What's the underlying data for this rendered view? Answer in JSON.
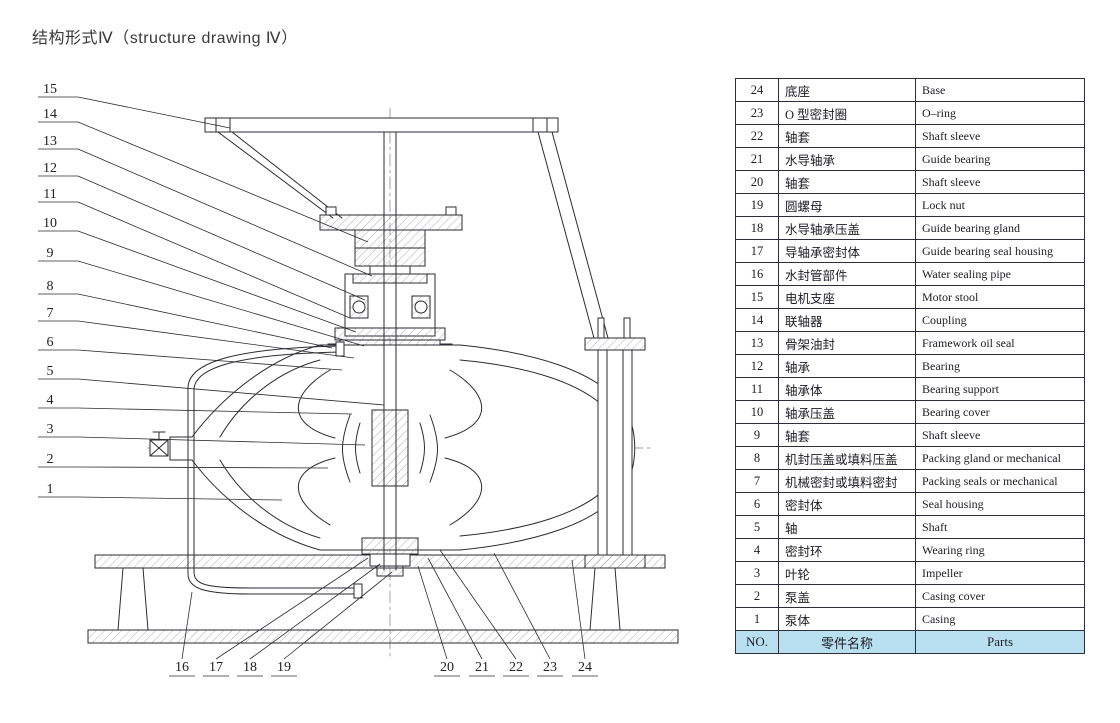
{
  "page": {
    "title": "结构形式Ⅳ（structure drawing Ⅳ）"
  },
  "colors": {
    "table_header_bg": "#b9e0f1",
    "line": "#2b2b33"
  },
  "parts_table": {
    "footer": {
      "no": "NO.",
      "name_cn": "零件名称",
      "name_en": "Parts"
    },
    "rows": [
      {
        "no": "24",
        "cn": "底座",
        "en": "Base"
      },
      {
        "no": "23",
        "cn": "O 型密封圈",
        "en": "O–ring"
      },
      {
        "no": "22",
        "cn": "轴套",
        "en": "Shaft sleeve"
      },
      {
        "no": "21",
        "cn": "水导轴承",
        "en": "Guide bearing"
      },
      {
        "no": "20",
        "cn": "轴套",
        "en": "Shaft sleeve"
      },
      {
        "no": "19",
        "cn": "圆螺母",
        "en": "Lock nut"
      },
      {
        "no": "18",
        "cn": "水导轴承压盖",
        "en": "Guide bearing gland"
      },
      {
        "no": "17",
        "cn": "导轴承密封体",
        "en": "Guide bearing seal housing"
      },
      {
        "no": "16",
        "cn": "水封管部件",
        "en": "Water sealing pipe"
      },
      {
        "no": "15",
        "cn": "电机支座",
        "en": "Motor stool"
      },
      {
        "no": "14",
        "cn": "联轴器",
        "en": "Coupling"
      },
      {
        "no": "13",
        "cn": "骨架油封",
        "en": "Framework oil seal"
      },
      {
        "no": "12",
        "cn": "轴承",
        "en": "Bearing"
      },
      {
        "no": "11",
        "cn": "轴承体",
        "en": "Bearing support"
      },
      {
        "no": "10",
        "cn": "轴承压盖",
        "en": "Bearing cover"
      },
      {
        "no": "9",
        "cn": "轴套",
        "en": "Shaft sleeve"
      },
      {
        "no": "8",
        "cn": "机封压盖或填料压盖",
        "en": "Packing gland or mechanical"
      },
      {
        "no": "7",
        "cn": "机械密封或填料密封",
        "en": "Packing seals or mechanical"
      },
      {
        "no": "6",
        "cn": "密封体",
        "en": "Seal housing"
      },
      {
        "no": "5",
        "cn": "轴",
        "en": "Shaft"
      },
      {
        "no": "4",
        "cn": "密封环",
        "en": "Wearing ring"
      },
      {
        "no": "3",
        "cn": "叶轮",
        "en": "Impeller"
      },
      {
        "no": "2",
        "cn": "泵盖",
        "en": "Casing cover"
      },
      {
        "no": "1",
        "cn": "泵体",
        "en": "Casing"
      }
    ]
  },
  "drawing": {
    "callouts": [
      "15",
      "14",
      "13",
      "12",
      "11",
      "10",
      "9",
      "8",
      "7",
      "6",
      "5",
      "4",
      "3",
      "2",
      "1",
      "16",
      "17",
      "18",
      "19",
      "20",
      "21",
      "22",
      "23",
      "24"
    ]
  }
}
